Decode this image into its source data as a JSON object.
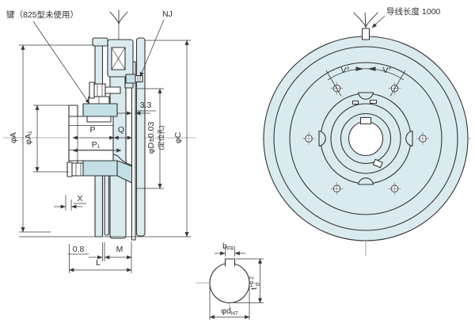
{
  "labels": {
    "key_note": "键（825型未使用）",
    "nj": "NJ",
    "lead_length": "导线长度 1000",
    "t33": "3.3",
    "phiA": "φA",
    "phiA1": "φA₁",
    "phiC": "φC",
    "phiD": "φD±0.03",
    "phiD_note": "(定位孔)",
    "P": "P",
    "P1": "P₁",
    "Q": "Q",
    "X": "X",
    "gap08": "0.8",
    "M": "M",
    "L": "L",
    "V_left": "V°",
    "V_right": "V°",
    "b": "b",
    "b_tol": "F8",
    "t": "t",
    "t_tol_up": "+0.2",
    "t_tol_dn": "0",
    "phid": "φd",
    "phid_tol": "H7"
  },
  "colors": {
    "fill_light": "#d9ebee",
    "fill_mid": "#c2e0e5",
    "line": "#333333",
    "dim": "#3a3a3a"
  }
}
